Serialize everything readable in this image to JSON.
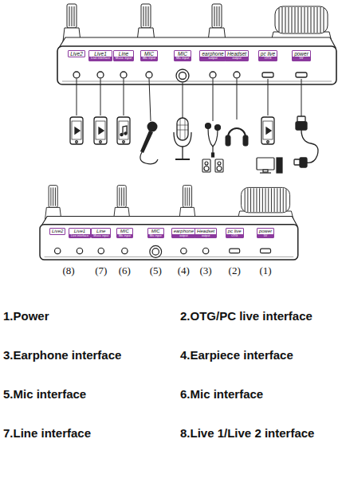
{
  "diagram": {
    "nodes": [
      {
        "text": [
          "Live2"
        ]
      },
      {
        "text": [
          "Live1",
          "Live interface"
        ]
      },
      {
        "text": [
          "Line",
          "Music input"
        ]
      },
      {
        "text": [
          "MIC",
          "Mic input"
        ]
      },
      {
        "text": [
          "MIC",
          "Mic input"
        ]
      },
      {
        "text": [
          "earphone",
          "output"
        ]
      },
      {
        "text": [
          "Headset",
          "output"
        ]
      },
      {
        "text": [
          "pc live",
          "OTG"
        ]
      },
      {
        "text": [
          "power",
          "5V"
        ]
      },
      {
        "text": [
          "Live2"
        ]
      },
      {
        "text": [
          "Live1",
          "Live interface"
        ]
      },
      {
        "text": [
          "Line",
          "Music input"
        ]
      },
      {
        "text": [
          "MIC",
          "Mic input"
        ]
      },
      {
        "text": [
          "MIC",
          "Mic input"
        ]
      },
      {
        "text": [
          "earphone",
          "output"
        ]
      },
      {
        "text": [
          "Headset",
          "output"
        ]
      },
      {
        "text": [
          "pc live",
          "OTG"
        ]
      },
      {
        "text": [
          "power",
          "5V"
        ]
      }
    ],
    "labels": [
      "(8)",
      "(7)",
      "(6)",
      "(5)",
      "(4)",
      "(3)",
      "(2)",
      "(1)",
      "1.Power",
      "2.OTG/PC live interface",
      "3.Earphone interface",
      "4.Earpiece interface",
      "5.Mic interface",
      "6.Mic interface",
      "7.Line interface",
      "8.Live 1/Live 2 interface"
    ]
  }
}
